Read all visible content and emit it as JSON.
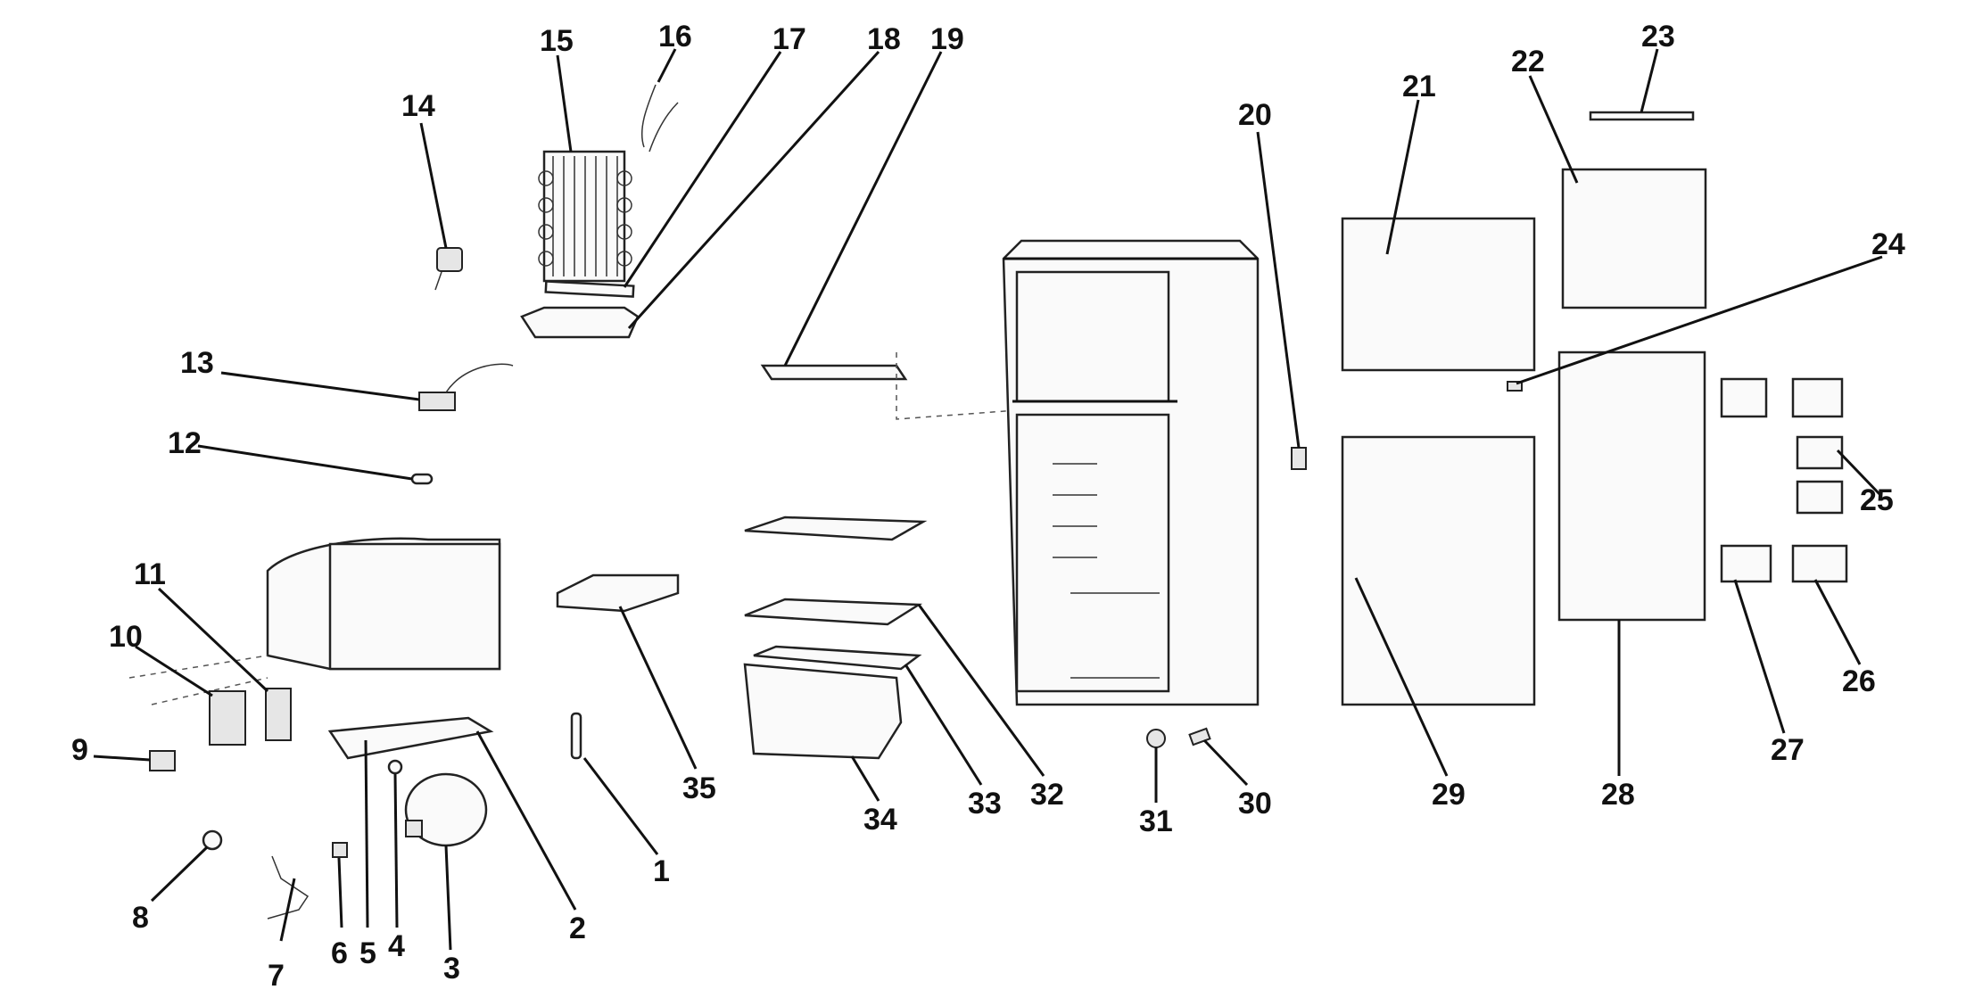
{
  "diagram": {
    "type": "exploded-parts-view",
    "callouts": [
      "1",
      "2",
      "3",
      "4",
      "5",
      "6",
      "7",
      "8",
      "9",
      "10",
      "11",
      "12",
      "13",
      "14",
      "15",
      "16",
      "17",
      "18",
      "19",
      "20",
      "21",
      "22",
      "23",
      "24",
      "25",
      "26",
      "27",
      "28",
      "29",
      "30",
      "31",
      "32",
      "33",
      "34",
      "35"
    ]
  },
  "colors": {
    "ink": "#111111",
    "background": "#ffffff"
  }
}
